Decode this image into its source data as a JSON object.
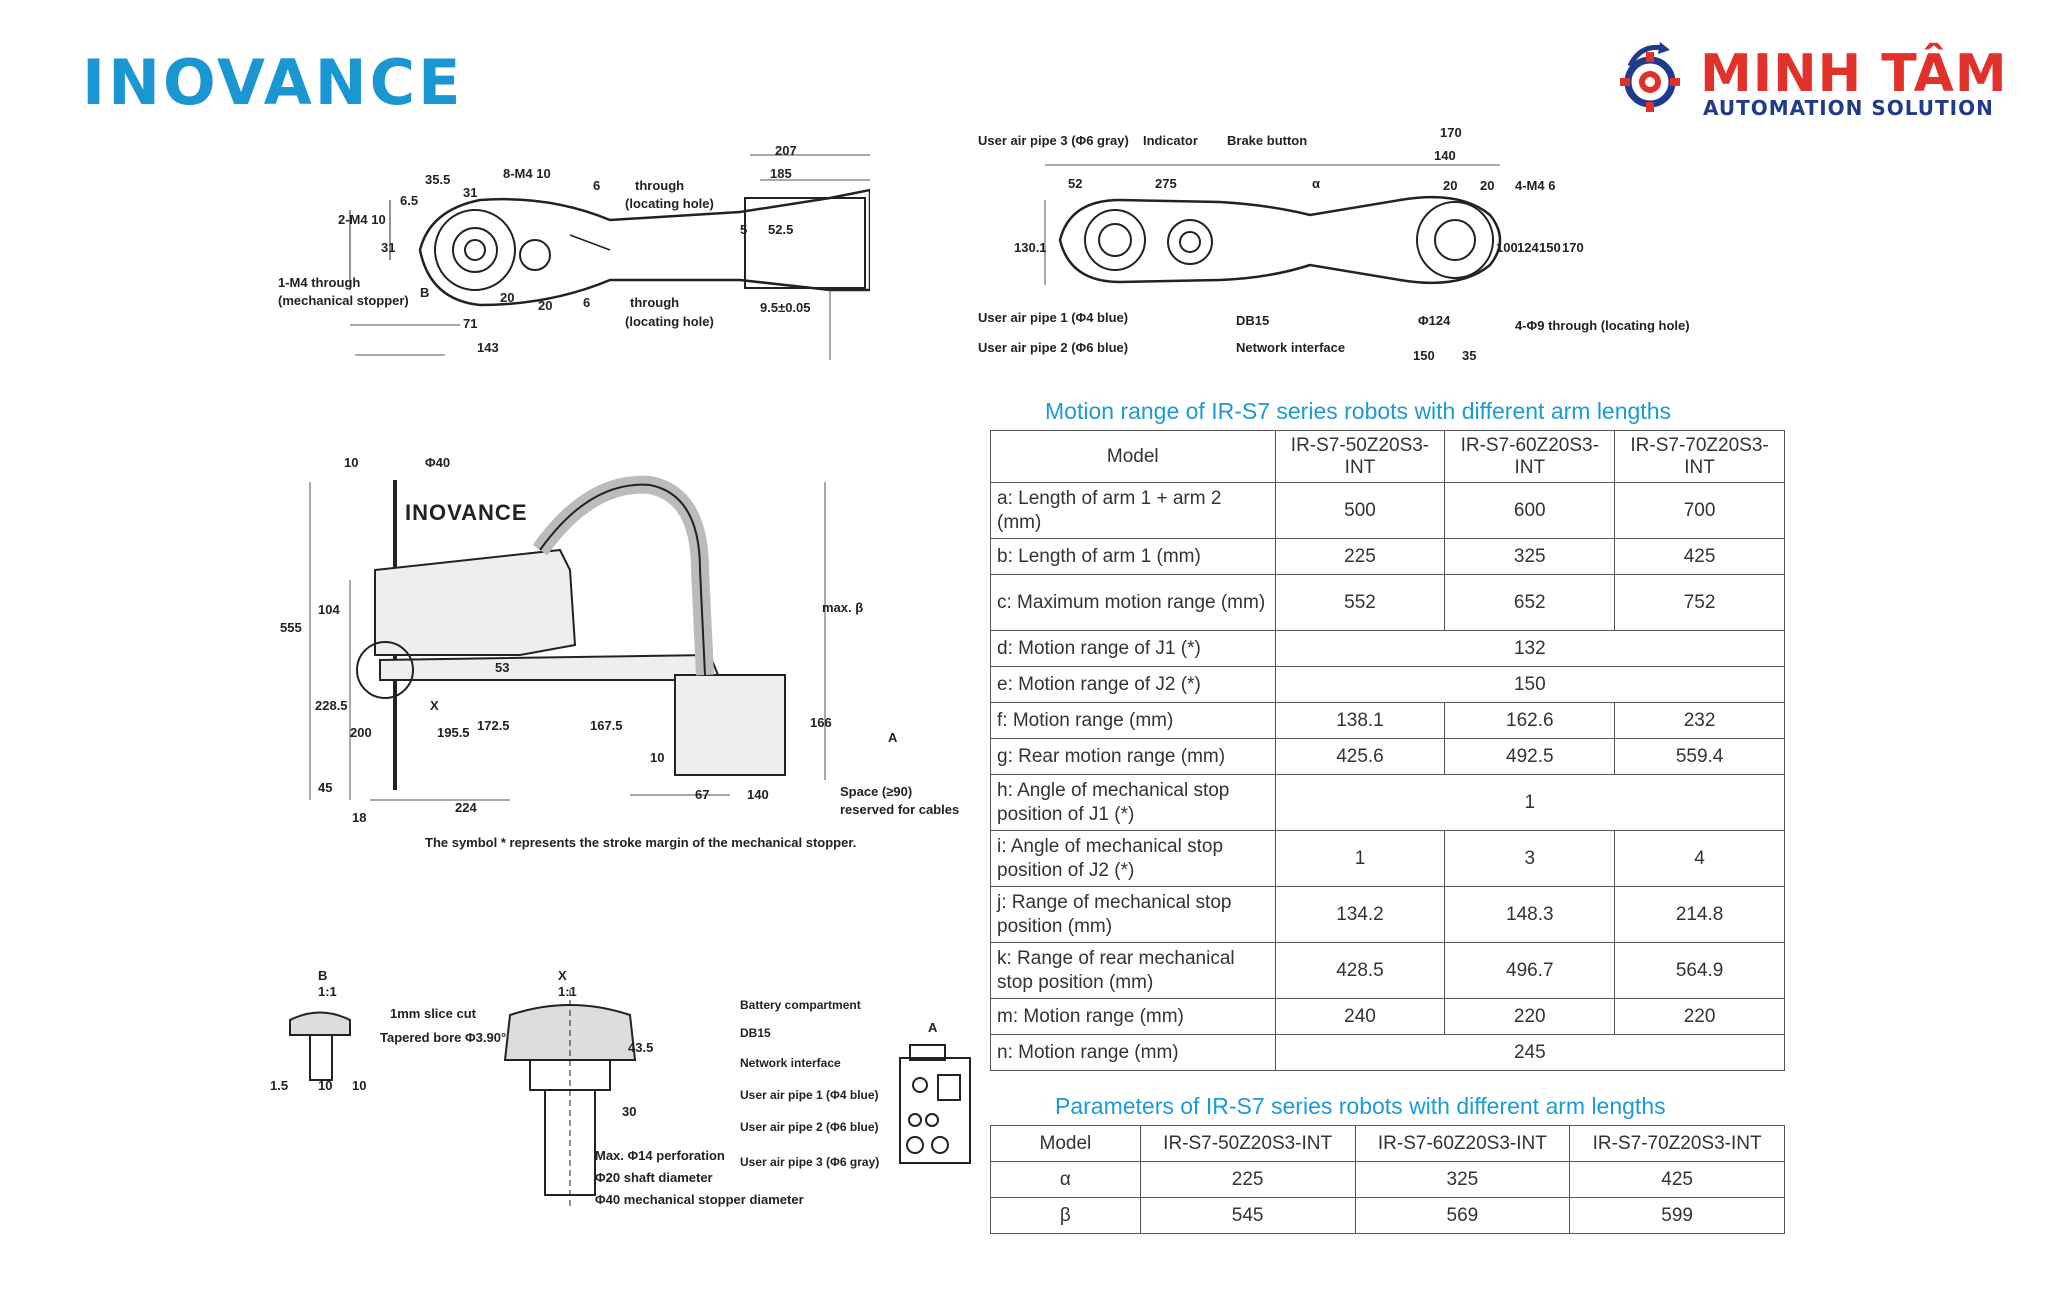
{
  "brand": {
    "left_logo": "INOVANCE",
    "right_title": "MINH TÂM",
    "right_subtitle": "AUTOMATION SOLUTION"
  },
  "drawing1": {
    "labels": [
      "207",
      "185",
      "35.5",
      "6.5",
      "8-M4 10",
      "2-M4 10",
      "31",
      "31",
      "6",
      "through",
      "(locating hole)",
      "1-M4 through",
      "(mechanical stopper)",
      "B",
      "20",
      "20",
      "71",
      "143",
      "6",
      "through",
      "(locating hole)",
      "5",
      "52.5",
      "9.5±0.05"
    ]
  },
  "drawing2": {
    "labels": [
      "User air pipe 3 (Φ6 gray)",
      "Indicator",
      "Brake button",
      "52",
      "275",
      "α",
      "170",
      "140",
      "20",
      "20",
      "4-M4 6",
      "130.1",
      "100",
      "124",
      "150",
      "170",
      "User air pipe 1 (Φ4 blue)",
      "User air pipe 2 (Φ6 blue)",
      "DB15",
      "Network interface",
      "Φ124",
      "4-Φ9 through (locating hole)",
      "150",
      "35"
    ]
  },
  "drawing3": {
    "labels": [
      "10",
      "Φ40",
      "555",
      "104",
      "228.5",
      "200",
      "195.5",
      "172.5",
      "167.5",
      "10",
      "45",
      "18",
      "224",
      "67",
      "140",
      "166",
      "53",
      "max. β",
      "X",
      "A",
      "Space (≥90)",
      "reserved for cables",
      "INOVANCE"
    ],
    "note": "The symbol * represents the stroke margin of the mechanical stopper."
  },
  "drawing4": {
    "labels": [
      "B",
      "1:1",
      "1mm slice cut",
      "Tapered bore Φ3.90°",
      "1.5",
      "10",
      "10",
      "X",
      "1:1",
      "43.5",
      "30",
      "Max. Φ14 perforation",
      "Φ20 shaft diameter",
      "Φ40 mechanical stopper diameter"
    ]
  },
  "drawing5": {
    "labels": [
      "Battery compartment",
      "DB15",
      "Network interface",
      "User air pipe 1 (Φ4 blue)",
      "User air pipe 2 (Φ6 blue)",
      "User air pipe 3 (Φ6 gray)",
      "A"
    ]
  },
  "motion_table": {
    "title": "Motion range of IR-S7 series robots with different arm lengths",
    "header": [
      "Model",
      "IR-S7-50Z20S3-INT",
      "IR-S7-60Z20S3-INT",
      "IR-S7-70Z20S3-INT"
    ],
    "rows": [
      {
        "label": "a: Length of arm 1 + arm 2 (mm)",
        "values": [
          "500",
          "600",
          "700"
        ]
      },
      {
        "label": "b: Length of arm 1 (mm)",
        "values": [
          "225",
          "325",
          "425"
        ]
      },
      {
        "label": "c: Maximum motion range (mm)",
        "values": [
          "552",
          "652",
          "752"
        ]
      },
      {
        "label": "d: Motion range of J1 (*)",
        "values": [
          "132"
        ]
      },
      {
        "label": "e: Motion range of J2 (*)",
        "values": [
          "150"
        ]
      },
      {
        "label": "f: Motion range (mm)",
        "values": [
          "138.1",
          "162.6",
          "232"
        ]
      },
      {
        "label": "g: Rear motion range (mm)",
        "values": [
          "425.6",
          "492.5",
          "559.4"
        ]
      },
      {
        "label": "h: Angle of mechanical stop position of J1 (*)",
        "values": [
          "1"
        ]
      },
      {
        "label": "i: Angle of mechanical stop position of J2 (*)",
        "values": [
          "1",
          "3",
          "4"
        ]
      },
      {
        "label": "j: Range of mechanical stop position (mm)",
        "values": [
          "134.2",
          "148.3",
          "214.8"
        ]
      },
      {
        "label": "k: Range of rear mechanical stop position (mm)",
        "values": [
          "428.5",
          "496.7",
          "564.9"
        ]
      },
      {
        "label": "m: Motion range (mm)",
        "values": [
          "240",
          "220",
          "220"
        ]
      },
      {
        "label": "n: Motion range (mm)",
        "values": [
          "245"
        ]
      }
    ]
  },
  "param_table": {
    "title": "Parameters of IR-S7 series robots with different arm lengths",
    "header": [
      "Model",
      "IR-S7-50Z20S3-INT",
      "IR-S7-60Z20S3-INT",
      "IR-S7-70Z20S3-INT"
    ],
    "rows": [
      {
        "label": "α",
        "values": [
          "225",
          "325",
          "425"
        ]
      },
      {
        "label": "β",
        "values": [
          "545",
          "569",
          "599"
        ]
      }
    ]
  },
  "colors": {
    "accent_blue": "#1a96d3",
    "brand_red": "#e0312b",
    "brand_navy": "#213b8c",
    "line": "#555555"
  }
}
